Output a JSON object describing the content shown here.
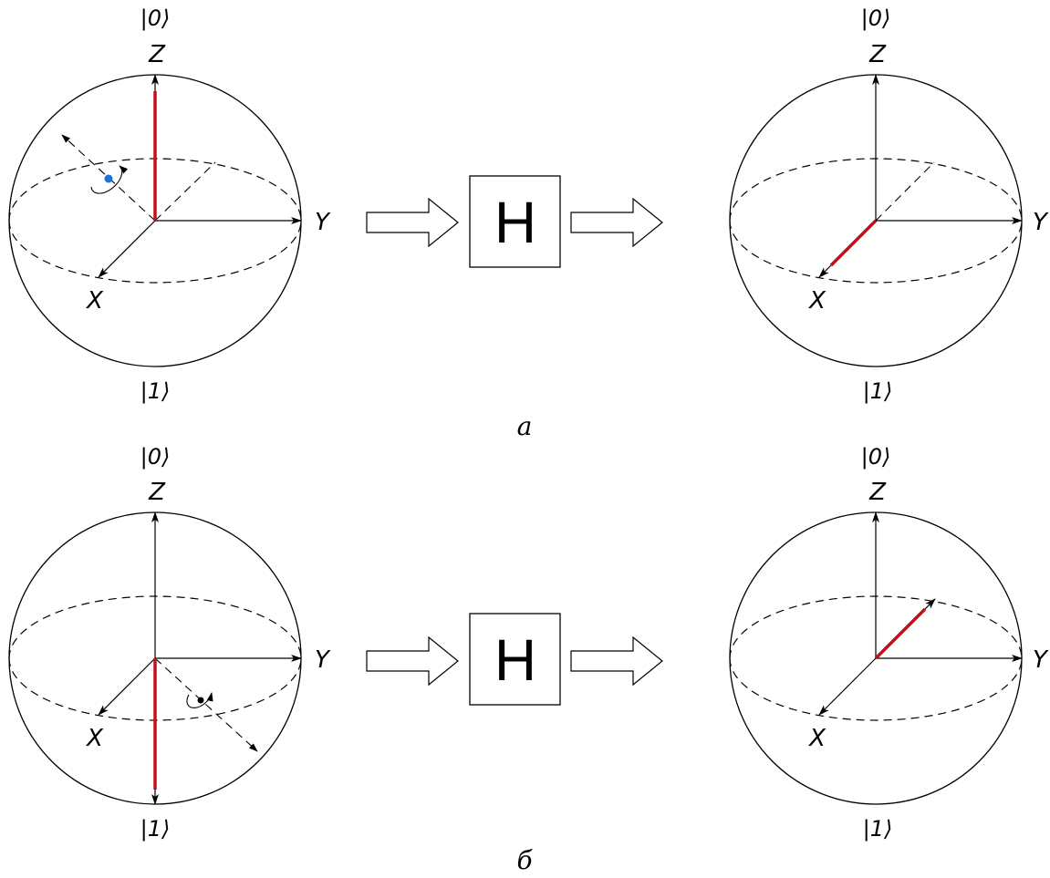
{
  "labels": {
    "ket0": "|0⟩",
    "ket1": "|1⟩",
    "z_axis": "Z",
    "x_axis": "X",
    "y_axis": "Y"
  },
  "gate": {
    "label": "H"
  },
  "panels": [
    {
      "caption": "а",
      "input_state": "|0⟩",
      "output_state": "X axis"
    },
    {
      "caption": "б",
      "input_state": "|1⟩",
      "output_state": "-X axis"
    }
  ],
  "colors": {
    "state_vector": "#c0101a",
    "rotation_point_a": "#1a73d9",
    "rotation_point_b": "#000000",
    "line": "#000000"
  }
}
